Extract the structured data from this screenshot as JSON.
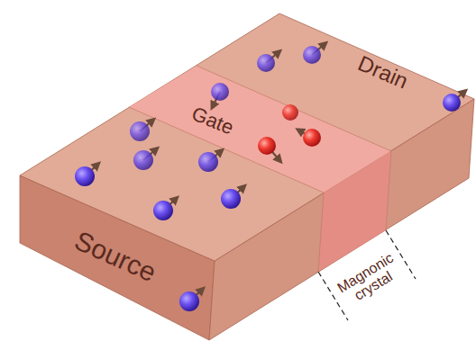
{
  "diagram": {
    "labels": [
      "Source",
      "Gate",
      "Drain",
      "Magnonic crystal"
    ]
  }
}
